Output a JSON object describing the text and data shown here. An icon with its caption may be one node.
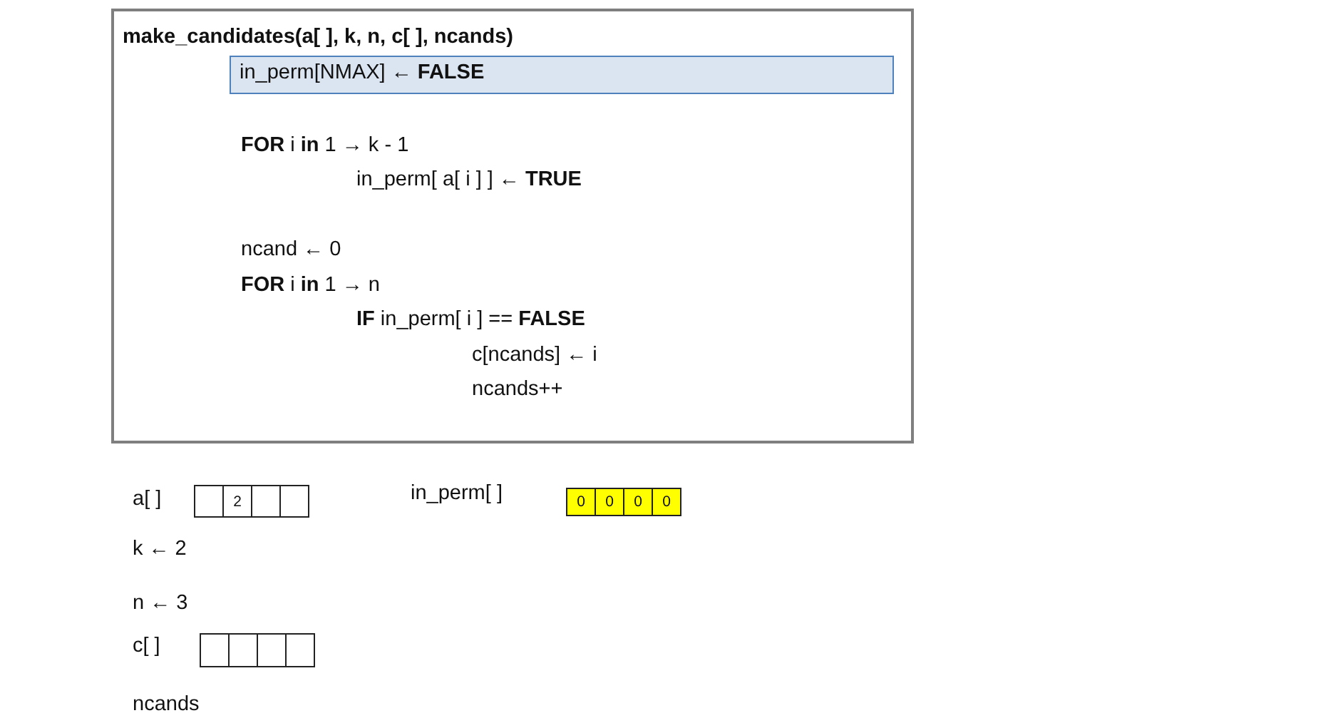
{
  "diagram": {
    "nodes": [
      {
        "text": [
          "make_candidates(a[ ], k, n, c[ ], ncands)",
          "**FOR** i **in** 1 → k - 1",
          "in_perm[ a[ i ] ] ← **TRUE**",
          "ncand ← 0",
          "**FOR**  i **in** 1 → n",
          "**IF** in_perm[ i ] == **FALSE**",
          "c[ncands] ← i",
          "ncands++"
        ]
      },
      {
        "text": [
          "in_perm[NMAX] ← **FALSE**"
        ],
        "in": 0
      },
      {
        "text": [],
        "shape": "box"
      },
      {
        "text": [
          "2"
        ]
      },
      {
        "text": [],
        "shape": "box"
      },
      {
        "text": [],
        "shape": "box"
      },
      {
        "text": [
          "0"
        ]
      },
      {
        "text": [
          "0"
        ]
      },
      {
        "text": [
          "0"
        ]
      },
      {
        "text": [
          "0"
        ]
      },
      {
        "text": [],
        "shape": "box"
      },
      {
        "text": [],
        "shape": "box"
      },
      {
        "text": [],
        "shape": "box"
      },
      {
        "text": [],
        "shape": "box"
      }
    ],
    "edges": [],
    "labels": [
      "a[ ]",
      "in_perm[ ]",
      "k ← 2",
      "n ← 3",
      "c[ ]",
      "ncands"
    ]
  }
}
